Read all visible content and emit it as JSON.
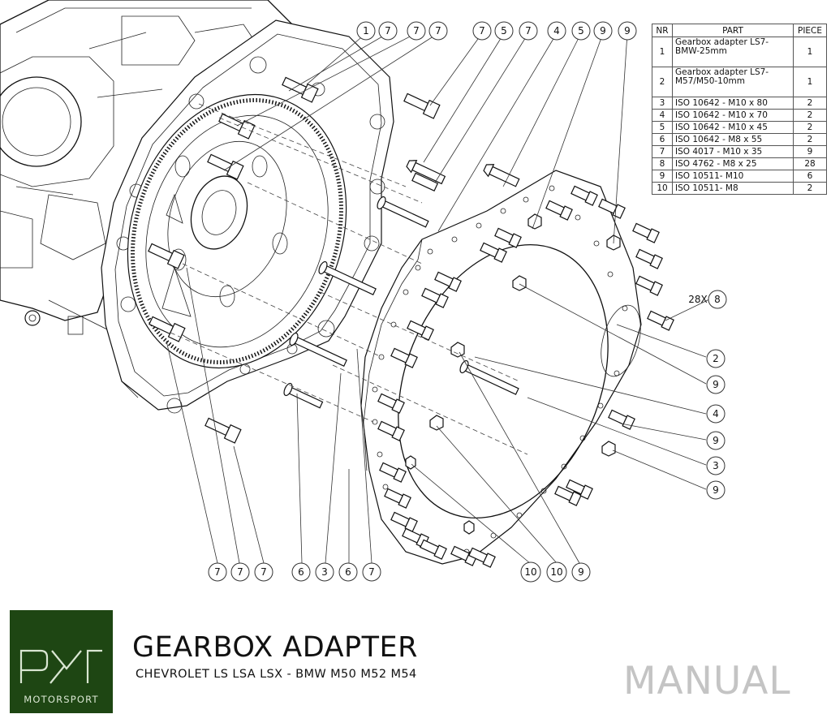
{
  "table": {
    "headers": [
      "NR",
      "PART",
      "PIECE"
    ],
    "rows": [
      {
        "nr": "1",
        "part": "Gearbox adapter LS7-BMW-25mm",
        "piece": "1"
      },
      {
        "nr": "2",
        "part": "Gearbox adapter LS7-M57/M50-10mm",
        "piece": "1"
      },
      {
        "nr": "3",
        "part": "ISO 10642 - M10 x 80",
        "piece": "2"
      },
      {
        "nr": "4",
        "part": "ISO 10642 - M10 x 70",
        "piece": "2"
      },
      {
        "nr": "5",
        "part": "ISO 10642 - M10 x 45",
        "piece": "2"
      },
      {
        "nr": "6",
        "part": "ISO 10642 - M8 x 55",
        "piece": "2"
      },
      {
        "nr": "7",
        "part": "ISO 4017 - M10 x 35",
        "piece": "9"
      },
      {
        "nr": "8",
        "part": "ISO 4762 - M8 x 25",
        "piece": "28"
      },
      {
        "nr": "9",
        "part": "ISO 10511- M10",
        "piece": "6"
      },
      {
        "nr": "10",
        "part": "ISO 10511- M8",
        "piece": "2"
      }
    ]
  },
  "callouts": {
    "top": [
      "1",
      "7",
      "7",
      "7",
      "7",
      "5",
      "7",
      "4",
      "5",
      "9",
      "9"
    ],
    "right": [
      "8",
      "2",
      "9",
      "4",
      "9",
      "3",
      "9"
    ],
    "bottom": [
      "7",
      "7",
      "7",
      "6",
      "3",
      "6",
      "7",
      "10",
      "10",
      "9"
    ],
    "qty_label": "28X"
  },
  "footer": {
    "logo_text": "MOTORSPORT",
    "title": "GEARBOX ADAPTER",
    "subtitle": "CHEVROLET LS LSA LSX - BMW M50 M52 M54",
    "manual": "MANUAL"
  },
  "colors": {
    "logo_bg": "#1e4613",
    "manual_text": "#c4c4c4"
  }
}
